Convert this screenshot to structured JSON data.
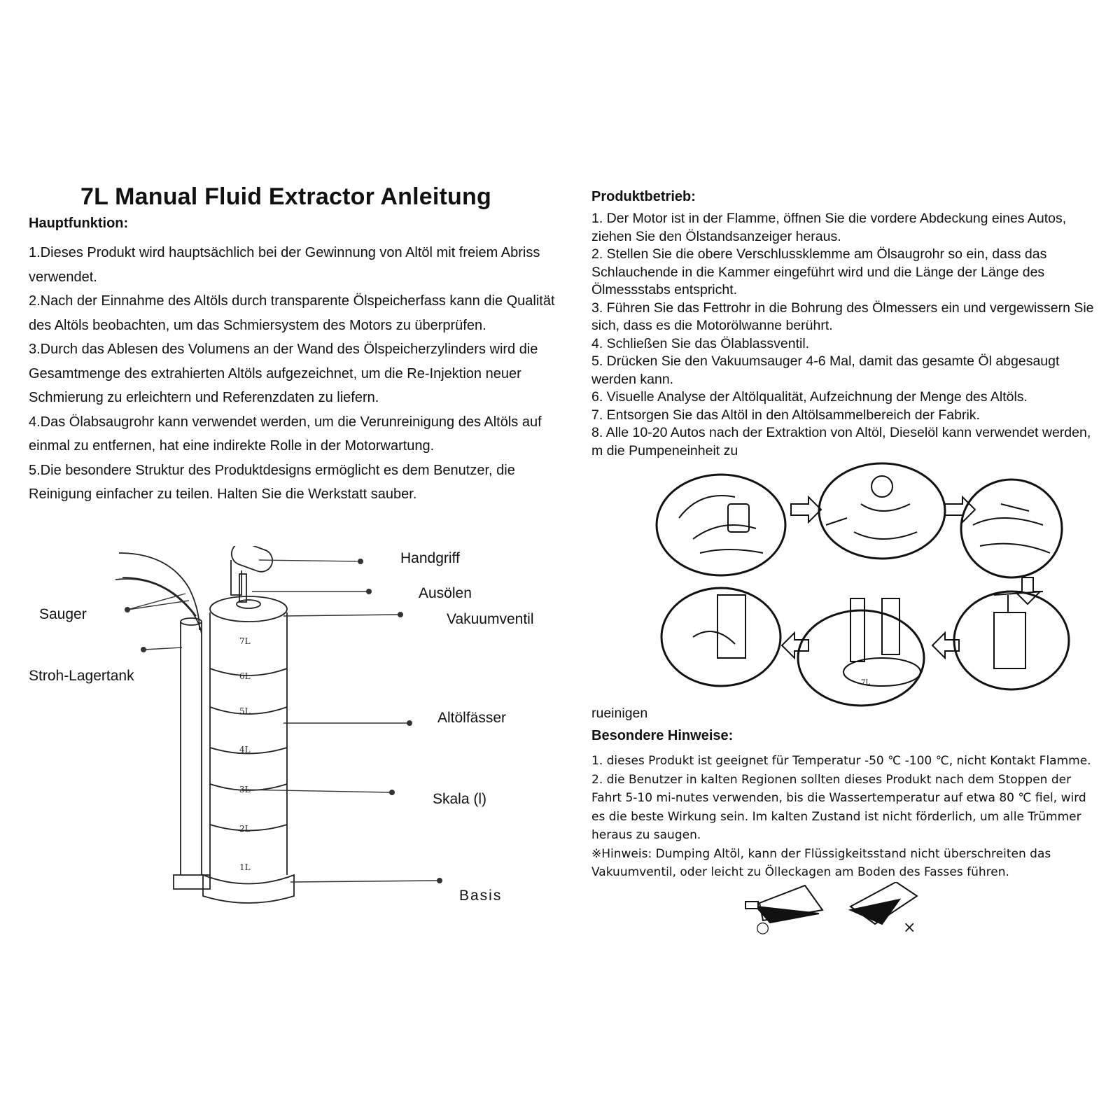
{
  "title": "7L Manual Fluid Extractor Anleitung",
  "main_function": {
    "heading": "Hauptfunktion:",
    "items": [
      "1.Dieses Produkt wird hauptsächlich bei der Gewinnung von Altöl mit freiem Abriss verwendet.",
      "2.Nach der Einnahme des Altöls durch transparente Ölspeicherfass kann die Qualität des Altöls beobachten, um das Schmiersystem des Motors zu überprüfen.",
      "3.Durch das Ablesen des Volumens an der Wand des Ölspeicherzylinders wird die Gesamtmenge des extrahierten Altöls aufgezeichnet, um die Re-Injektion neuer Schmierung zu erleichtern und Referenzdaten zu liefern.",
      "4.Das Ölabsaugrohr kann verwendet werden, um die Verunreinigung des Altöls auf einmal zu entfernen, hat eine indirekte Rolle in der Motorwartung.",
      "5.Die besondere Struktur des Produktdesigns ermöglicht es dem Benutzer, die Reinigung einfacher zu teilen. Halten Sie die Werkstatt sauber."
    ]
  },
  "operation": {
    "heading": "Produktbetrieb:",
    "items": [
      "1. Der Motor ist in der Flamme, öffnen Sie die vordere Abdeckung eines Autos, ziehen Sie den Ölstandsanzeiger heraus.",
      "2. Stellen Sie die obere Verschlussklemme am Ölsaugrohr so ein, dass das Schlauchende in die Kammer eingeführt wird und die Länge der Länge des Ölmessstabs entspricht.",
      "3. Führen Sie das Fettrohr in die Bohrung des Ölmessers ein und vergewissern Sie sich, dass es die Motorölwanne berührt.",
      "4. Schließen Sie das Ölablassventil.",
      "5. Drücken Sie den Vakuumsauger 4-6 Mal, damit das gesamte Öl abgesaugt werden kann.",
      "6. Visuelle Analyse der Altölqualität, Aufzeichnung der Menge des Altöls.",
      "7. Entsorgen Sie das Altöl in den Altölsammelbereich der Fabrik.",
      "8. Alle 10-20 Autos nach der Extraktion von Altöl, Dieselöl kann verwendet werden, m die Pumpeneinheit zu"
    ],
    "continuation": "rueinigen"
  },
  "notes": {
    "heading": "Besondere Hinweise:",
    "items": [
      "1. dieses Produkt ist geeignet für Temperatur -50 ℃ -100 ℃, nicht Kontakt Flamme.",
      "2. die Benutzer in kalten Regionen sollten dieses Produkt nach dem Stoppen der Fahrt 5-10 mi-nutes verwenden, bis die Wassertemperatur auf etwa 80 ℃ fiel, wird es die beste Wirkung sein. Im kalten Zustand ist nicht förderlich, um alle Trümmer heraus zu saugen.",
      "※Hinweis: Dumping Altöl, kann der Flüssigkeitsstand nicht überschreiten das Vakuumventil, oder leicht zu Ölleckagen am Boden des Fasses führen."
    ]
  },
  "diagram": {
    "callouts": {
      "handle": "Handgriff",
      "oiling": "Ausölen",
      "vacuum_valve": "Vakuumventil",
      "suction": "Sauger",
      "straw_tank": "Stroh-Lagertank",
      "oil_drums": "Altölfässer",
      "scale": "Skala (l)",
      "base": "Basis"
    },
    "scale_marks": [
      "7L",
      "6L",
      "5L",
      "4L",
      "3L",
      "2L",
      "1L"
    ]
  },
  "steps_illustration": {
    "tank_mark": "7L"
  },
  "pour_figure": {
    "correct_mark": "○",
    "wrong_mark": "×"
  }
}
